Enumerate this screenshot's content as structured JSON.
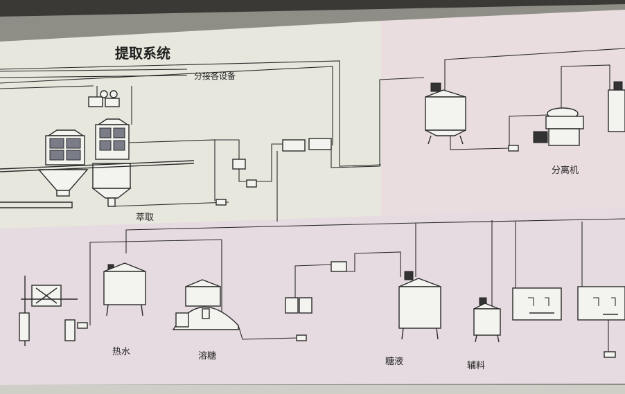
{
  "diagram": {
    "title": "提取系统",
    "header_note": "分接各设备",
    "labels": {
      "extraction": "萃取",
      "separator": "分离机",
      "hot_water": "热水",
      "sugar_dissolving": "溶糖",
      "sugar_liquid": "糖液",
      "auxiliary": "辅料"
    }
  },
  "colors": {
    "panel_upper": "#e7e7dd",
    "panel_upper_right": "#e9dde0",
    "panel_lower": "#e6dbe0",
    "frame": "#2f2f2c",
    "line": "#2a2a2a"
  }
}
